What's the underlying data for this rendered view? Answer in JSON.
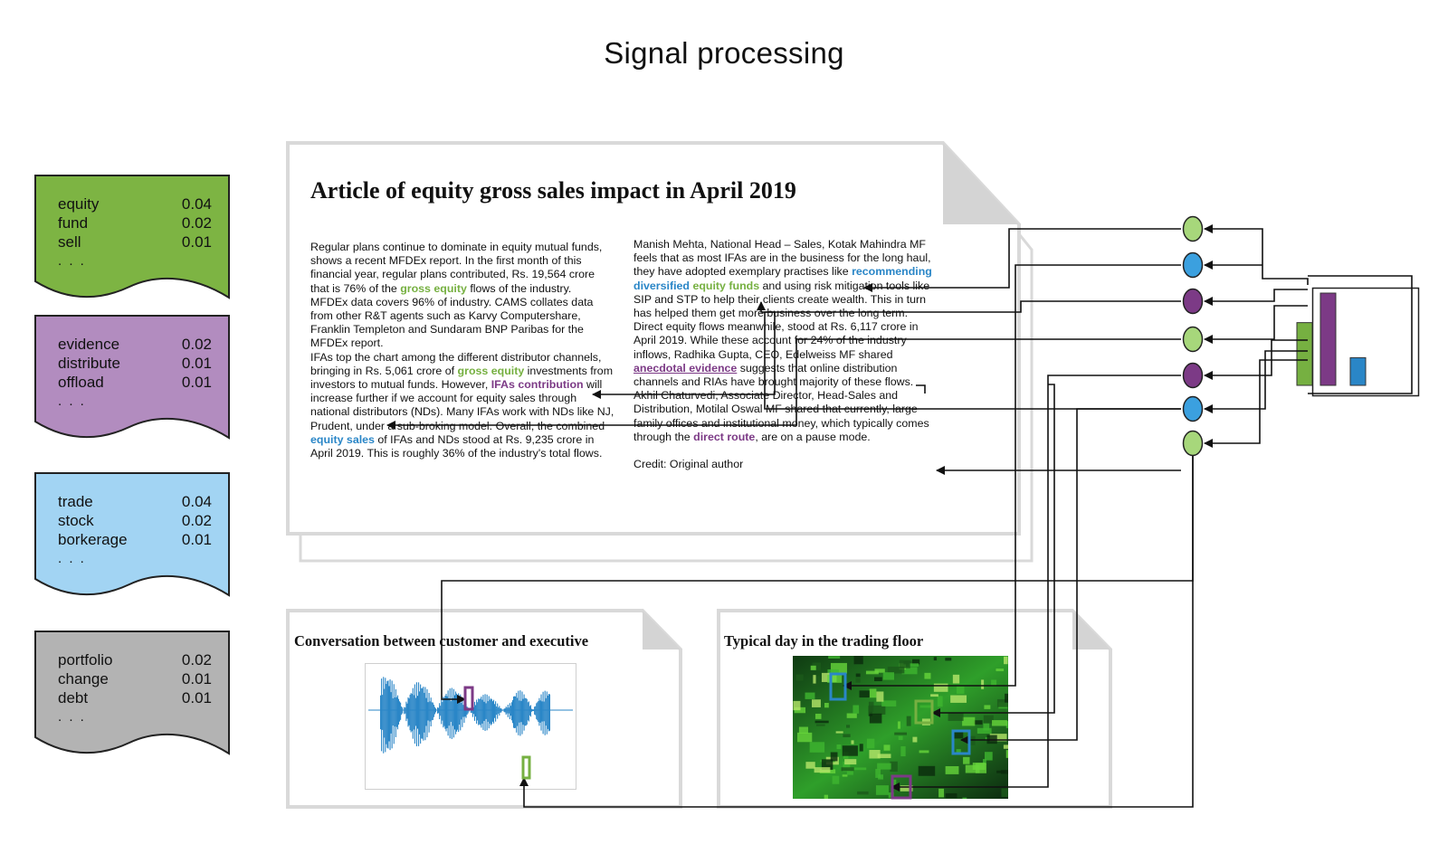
{
  "title": "Signal processing",
  "colors": {
    "green": "#76b041",
    "purple": "#7c3a86",
    "blue": "#2a86c7",
    "green_fill": "#7db443",
    "purple_fill": "#b28cbf",
    "blue_fill": "#a2d4f3",
    "gray_fill": "#b3b3b3"
  },
  "topics": [
    {
      "color": "green",
      "rows": [
        {
          "word": "equity",
          "value": "0.04"
        },
        {
          "word": "fund",
          "value": "0.02"
        },
        {
          "word": "sell",
          "value": "0.01"
        }
      ],
      "more": ". . ."
    },
    {
      "color": "purple",
      "rows": [
        {
          "word": "evidence",
          "value": "0.02"
        },
        {
          "word": "distribute",
          "value": "0.01"
        },
        {
          "word": "offload",
          "value": "0.01"
        }
      ],
      "more": ". . ."
    },
    {
      "color": "blue",
      "rows": [
        {
          "word": "trade",
          "value": "0.04"
        },
        {
          "word": "stock",
          "value": "0.02"
        },
        {
          "word": "borkerage",
          "value": "0.01"
        }
      ],
      "more": ". . ."
    },
    {
      "color": "gray",
      "rows": [
        {
          "word": "portfolio",
          "value": "0.02"
        },
        {
          "word": "change",
          "value": "0.01"
        },
        {
          "word": "debt",
          "value": "0.01"
        }
      ],
      "more": ". . ."
    }
  ],
  "article": {
    "title": "Article of equity gross sales impact in April 2019",
    "left_column": {
      "p1_a": "Regular plans continue to dominate in equity mutual funds, shows a recent MFDEx report. In the first month of this financial year, regular plans contributed, Rs. 19,564 crore that is 76% of the ",
      "p1_hl": "gross equity",
      "p1_b": " flows of the industry.",
      "p2": "MFDEx data covers 96% of industry. CAMS collates data from other R&T agents such as Karvy Computershare, Franklin Templeton and Sundaram BNP Paribas for the MFDEx report.",
      "p3_a": "IFAs top the chart among the different distributor channels, bringing in Rs. 5,061 crore of ",
      "p3_hl1": "gross equity",
      "p3_b": " investments from investors to mutual funds. However, ",
      "p3_hl2": "IFAs contribution",
      "p3_c": " will increase further if we account for equity sales through national distributors (NDs). Many IFAs work with NDs like NJ, Prudent, under a sub-broking model. Overall, the combined ",
      "p3_hl3": "equity sales",
      "p3_d": " of IFAs and NDs stood at Rs. 9,235 crore in April 2019. This is roughly 36% of the industry's total flows."
    },
    "right_column": {
      "p1_a": "Manish Mehta, National Head – Sales, Kotak Mahindra MF feels that as most IFAs are in the business for the long haul, they have adopted exemplary practises like ",
      "p1_hl1": "recommending diversified",
      "p1_hl2": "equity funds",
      "p1_b": " and using risk mitigation tools like SIP and STP to help their clients create wealth. This in turn has helped them get more business over the long term.",
      "p2_a": "Direct equity flows meanwhile, stood at Rs. 6,117 crore in April 2019.  While these account for 24% of the industry inflows, Radhika Gupta, CEO, Edelweiss MF shared ",
      "p2_hl": "anecdotal evidence",
      "p2_b": " suggests that online distribution channels and RIAs have brought majority of these flows.",
      "p3_a": "Akhil Chaturvedi, Associate Director, Head-Sales and Distribution, Motilal Oswal MF shared that currently, large family offices and institutional money, which typically comes through the ",
      "p3_hl": "direct route",
      "p3_b": ", are on a pause mode.",
      "credit": "Credit: Original author"
    }
  },
  "audio_doc": {
    "title": "Conversation between customer and executive"
  },
  "image_doc": {
    "title": "Typical day in the trading floor"
  },
  "signal_nodes": [
    "green",
    "blue",
    "purple",
    "green",
    "purple",
    "blue",
    "green"
  ],
  "histogram": {
    "type": "bar",
    "categories": [
      "green",
      "purple",
      "blue"
    ],
    "values": [
      0.68,
      1.0,
      0.3
    ]
  }
}
